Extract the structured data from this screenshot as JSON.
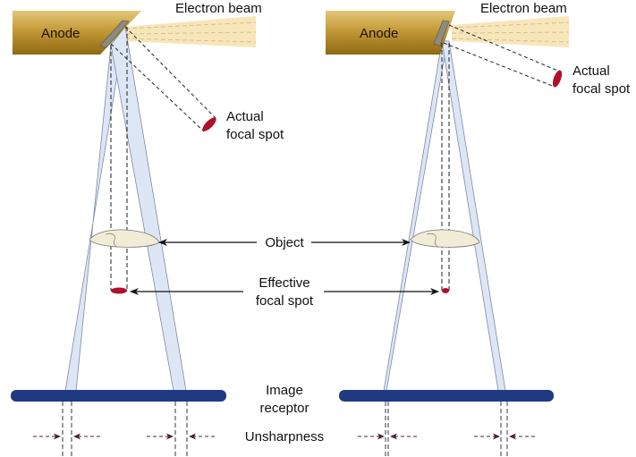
{
  "labels": {
    "anode_left": "Anode",
    "anode_right": "Anode",
    "electron_beam_left": "Electron beam",
    "electron_beam_right": "Electron beam",
    "actual_focal_spot_left_line1": "Actual",
    "actual_focal_spot_left_line2": "focal spot",
    "actual_focal_spot_right_line1": "Actual",
    "actual_focal_spot_right_line2": "focal spot",
    "object": "Object",
    "effective_focal_spot_line1": "Effective",
    "effective_focal_spot_line2": "focal spot",
    "image_receptor_line1": "Image",
    "image_receptor_line2": "receptor",
    "unsharpness": "Unsharpness"
  },
  "colors": {
    "anode_gold": "#b8922a",
    "anode_light": "#e6cc86",
    "target_gray": "#8a8a80",
    "electron_beam": "#f5e2b0",
    "xray_beam": "#dde6f4",
    "xray_edge": "#7e8aa6",
    "focal_spot_red": "#b0102e",
    "object_fill": "#f1ecd6",
    "receptor_blue": "#1f3a80",
    "dash_dark": "#222222",
    "unsharp_arrow": "#4a2430"
  },
  "panels": [
    {
      "name": "large-focal-spot",
      "effective_focal_spot_size": "large"
    },
    {
      "name": "small-focal-spot",
      "effective_focal_spot_size": "small"
    }
  ]
}
